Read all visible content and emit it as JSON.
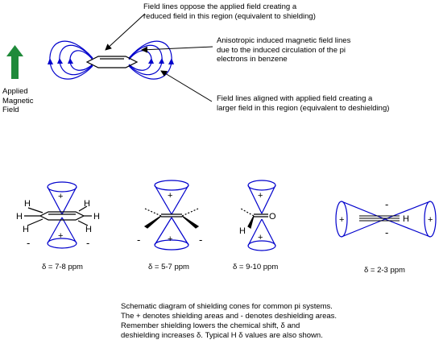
{
  "annotations": {
    "shielding_lines": [
      "Field lines oppose the applied field creating a",
      "reduced field in this region (equivalent to shielding)"
    ],
    "anisotropic_lines": [
      "Anisotropic induced magnetic field lines",
      "due to the induced circulation of the pi",
      "electrons in benzene"
    ],
    "deshielding_lines": [
      "Field lines aligned with applied field creating a",
      "larger field in this region (equivalent to deshielding)"
    ],
    "applied_field_lines": [
      "Applied",
      "Magnetic",
      "Field"
    ]
  },
  "systems": [
    {
      "name": "benzene",
      "shift": "δ = 7-8 ppm"
    },
    {
      "name": "alkene",
      "shift": "δ = 5-7 ppm"
    },
    {
      "name": "aldehyde",
      "shift": "δ = 9-10 ppm"
    },
    {
      "name": "alkyne",
      "shift": "δ = 2-3 ppm"
    }
  ],
  "atoms": {
    "hydrogen": "H",
    "oxygen": "O"
  },
  "signs": {
    "shield": "+",
    "deshield": "-"
  },
  "caption": {
    "lines": [
      "Schematic diagram of shielding cones for common pi systems.",
      "The + denotes shielding areas and - denotes deshielding areas.",
      "Remember shielding lowers the chemical shift, δ and",
      "deshielding increases δ. Typical H δ values are also shown."
    ]
  },
  "colors": {
    "field_line": "#0000cc",
    "arrow_green": "#1f8a3a",
    "ink": "#000000"
  }
}
